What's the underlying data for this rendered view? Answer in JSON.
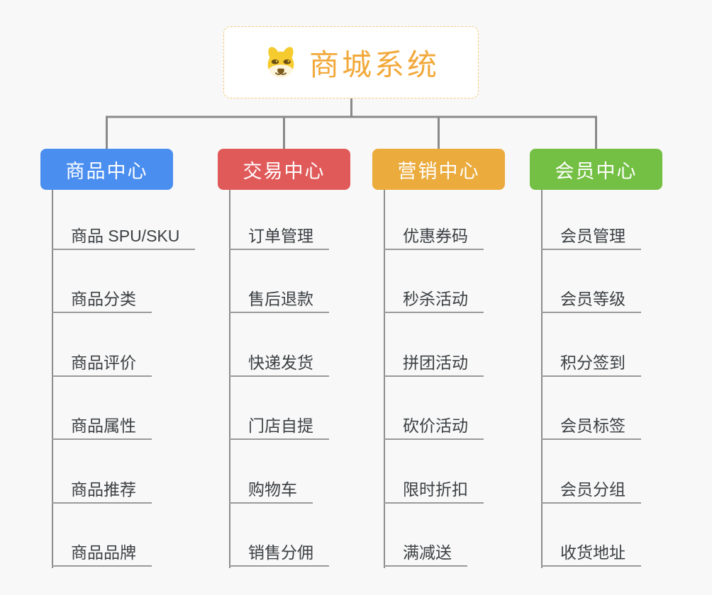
{
  "page": {
    "background": "#F8F8F8",
    "connector_color": "#8A8A8A",
    "underline_color": "#9A9A9A"
  },
  "root": {
    "title": "商城系统",
    "icon": "dog-face-icon",
    "text_color": "#F2A93B",
    "border_color": "#F3C879"
  },
  "branches": [
    {
      "label": "商品中心",
      "color": "#4A8EF0",
      "items": [
        "商品 SPU/SKU",
        "商品分类",
        "商品评价",
        "商品属性",
        "商品推荐",
        "商品品牌"
      ]
    },
    {
      "label": "交易中心",
      "color": "#E15A5A",
      "items": [
        "订单管理",
        "售后退款",
        "快递发货",
        "门店自提",
        "购物车",
        "销售分佣"
      ]
    },
    {
      "label": "营销中心",
      "color": "#EBAB3D",
      "items": [
        "优惠券码",
        "秒杀活动",
        "拼团活动",
        "砍价活动",
        "限时折扣",
        "满减送"
      ]
    },
    {
      "label": "会员中心",
      "color": "#74C044",
      "items": [
        "会员管理",
        "会员等级",
        "积分签到",
        "会员标签",
        "会员分组",
        "收货地址"
      ]
    }
  ]
}
